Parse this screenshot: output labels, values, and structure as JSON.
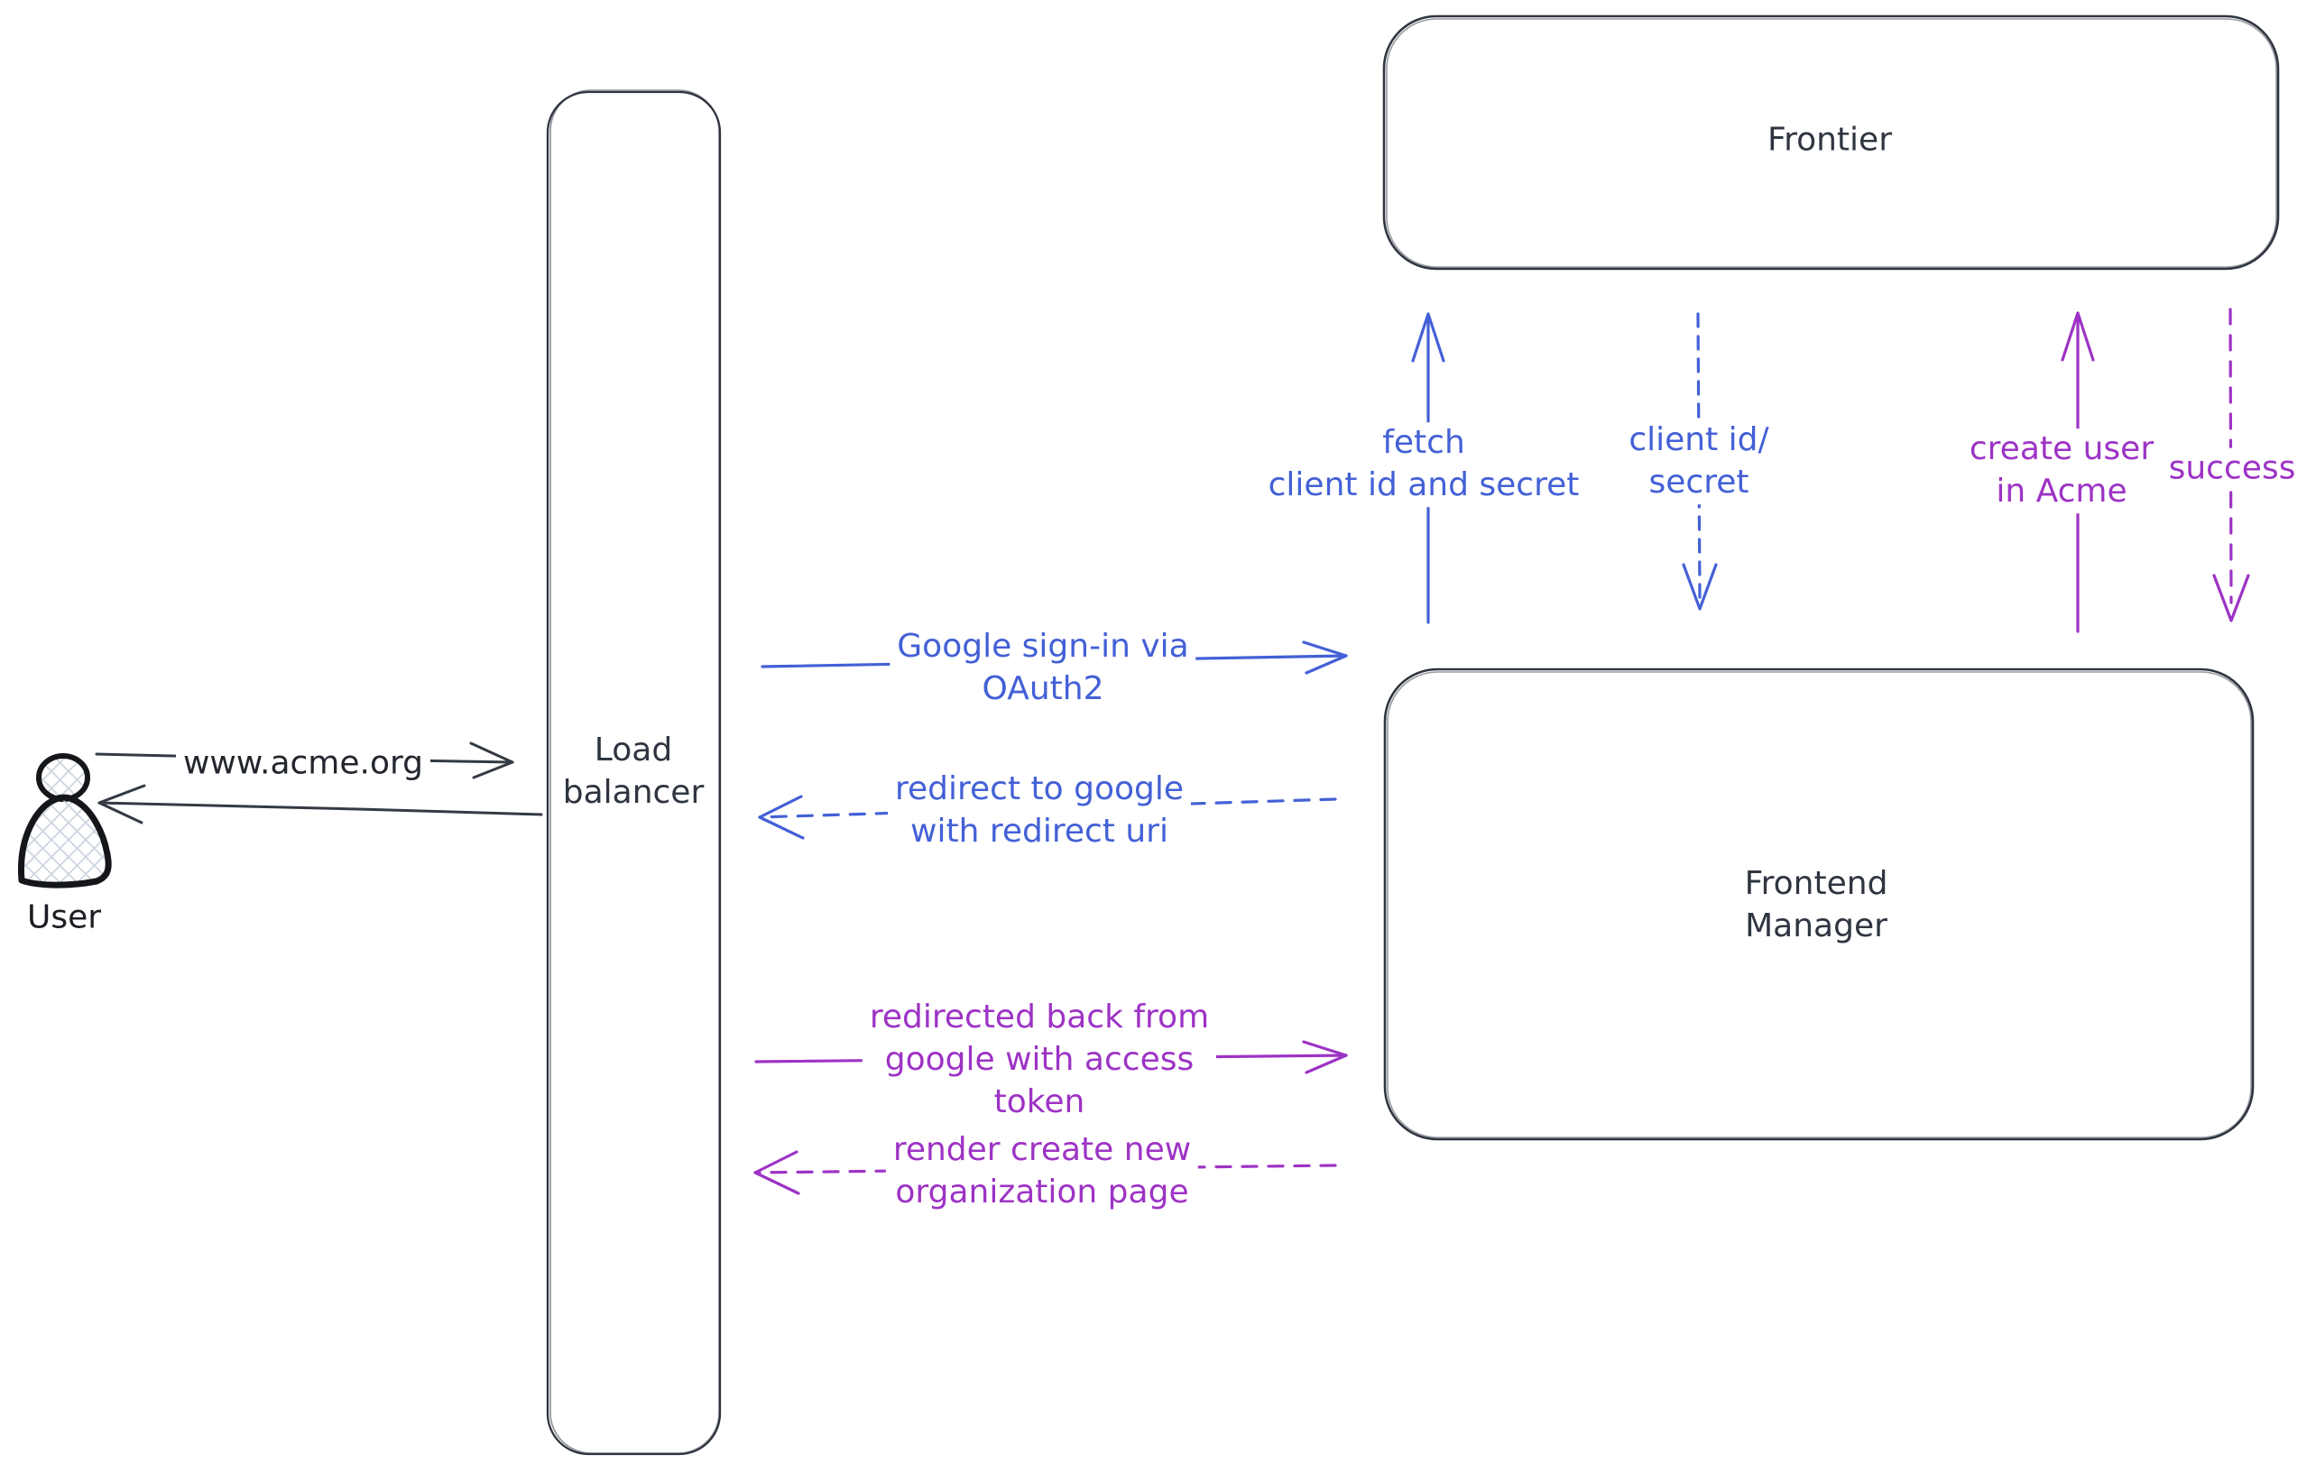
{
  "diagram": {
    "colors": {
      "ink": "#2f3540",
      "black": "#343a43",
      "blue": "#4360d6",
      "purple": "#9d33c5",
      "hatch": "#cdd5e0"
    },
    "nodes": {
      "user": {
        "label": "User"
      },
      "load_balancer": {
        "label": "Load\nbalancer"
      },
      "frontier": {
        "label": "Frontier"
      },
      "frontend_manager": {
        "label": "Frontend\nManager"
      }
    },
    "messages": {
      "www": {
        "label": "www.acme.org",
        "style": "solid",
        "color": "ink",
        "from": "user",
        "to": "load_balancer"
      },
      "google_signin": {
        "label": "Google sign-in via\nOAuth2",
        "style": "solid",
        "color": "blue",
        "from": "load_balancer",
        "to": "frontend_manager"
      },
      "redirect": {
        "label": "redirect to google\nwith redirect uri",
        "style": "dashed",
        "color": "blue",
        "from": "frontend_manager",
        "to": "load_balancer"
      },
      "redirected_back": {
        "label": "redirected back from\ngoogle with access\ntoken",
        "style": "solid",
        "color": "purple",
        "from": "load_balancer",
        "to": "frontend_manager"
      },
      "render_page": {
        "label": "render create new\norganization page",
        "style": "dashed",
        "color": "purple",
        "from": "frontend_manager",
        "to": "load_balancer"
      },
      "fetch": {
        "label": "fetch\nclient id and secret",
        "style": "solid",
        "color": "blue",
        "from": "frontend_manager",
        "to": "frontier"
      },
      "client_id": {
        "label": "client id/\nsecret",
        "style": "dashed",
        "color": "blue",
        "from": "frontier",
        "to": "frontend_manager"
      },
      "create_user": {
        "label": "create user\nin Acme",
        "style": "solid",
        "color": "purple",
        "from": "frontend_manager",
        "to": "frontier"
      },
      "success": {
        "label": "success",
        "style": "dashed",
        "color": "purple",
        "from": "frontier",
        "to": "frontend_manager"
      }
    }
  }
}
